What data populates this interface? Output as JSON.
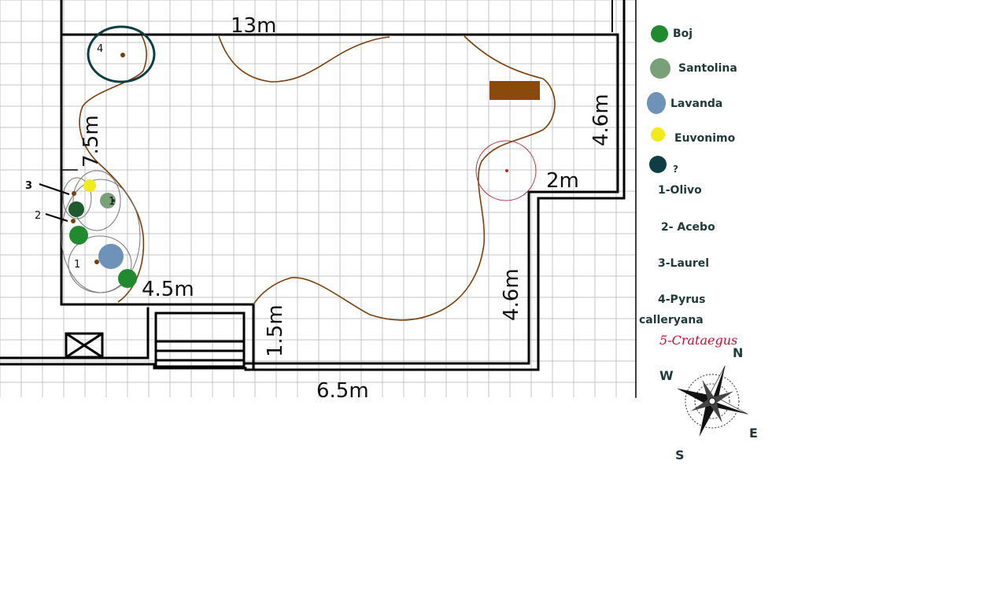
{
  "dimensions": {
    "top_width": "13m",
    "left_height": "7.5m",
    "right_upper_height": "4.6m",
    "right_step_width": "2m",
    "inner_right_height": "4.6m",
    "bottom_step_width": "4.5m",
    "stair_height": "1.5m",
    "bottom_width": "6.5m"
  },
  "plant_numbers": {
    "tree_top": "4",
    "left_bed_1": "1",
    "left_bed_1_second": "1",
    "pointer_2": "2",
    "pointer_3": "3"
  },
  "legend": {
    "items": [
      {
        "label": "Boj",
        "color": "#1f8a2e"
      },
      {
        "label": "Santolina",
        "color": "#7aa07a"
      },
      {
        "label": "Lavanda",
        "color": "#6f93b8"
      },
      {
        "label": "Euvonimo",
        "color": "#f2ea1c"
      },
      {
        "label": "?",
        "color": "#0f3d45"
      }
    ],
    "numbered": [
      {
        "text": "1-Olivo"
      },
      {
        "text": "2- Acebo"
      },
      {
        "text": "3-Laurel"
      },
      {
        "text": "4-Pyrus"
      },
      {
        "text": "calleryana"
      }
    ],
    "highlight": "5-Crataegus"
  },
  "compass": {
    "n": "N",
    "e": "E",
    "s": "S",
    "w": "W"
  },
  "colors": {
    "path": "#7b3f0a",
    "bench": "#8a4a0c",
    "wall": "#000000",
    "grid": "#c4c4c4",
    "crataegus_ring": "#b0344a"
  }
}
